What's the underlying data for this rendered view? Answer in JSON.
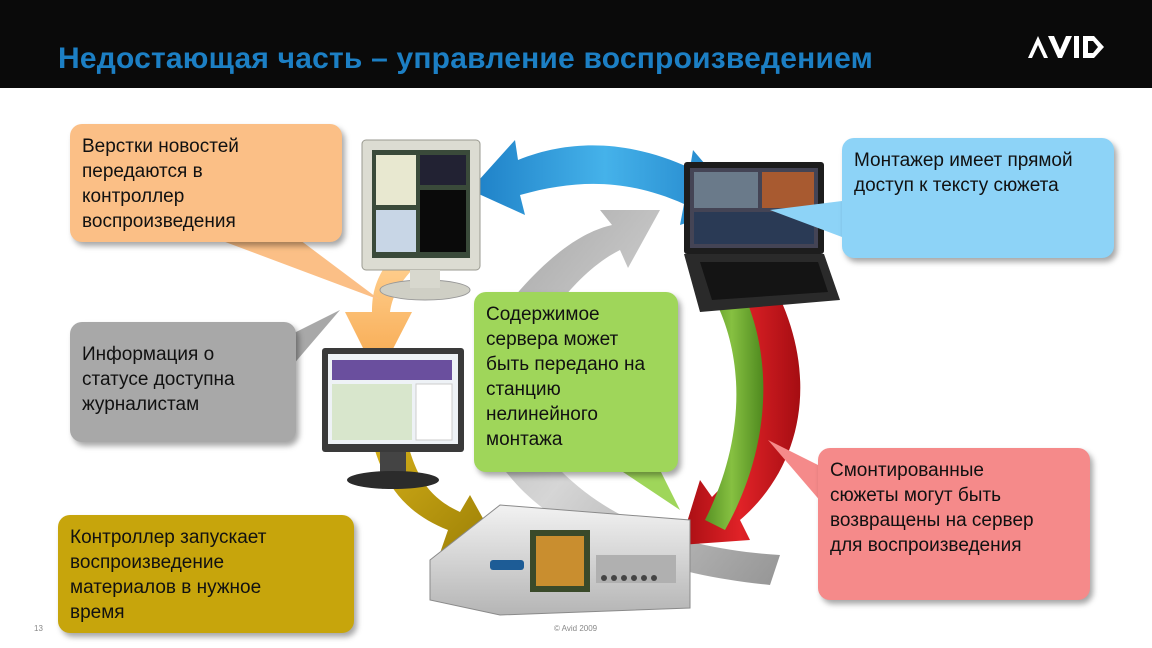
{
  "header": {
    "title": "Недостающая часть – управление воспроизведением"
  },
  "footer": {
    "slide_number": "13",
    "copyright": "© Avid 2009"
  },
  "callouts": {
    "news": "Верстки новостей передаются в контроллер воспроизведения",
    "editor": "Монтажер имеет прямой доступ к тексту сюжета",
    "status": "Информация о статусе доступна журналистам",
    "server": "Содержимое сервера может быть передано на станцию нелинейного монтажа",
    "controller": "Контроллер запускает воспроизведение материалов в нужное время",
    "edited": "Смонтированные сюжеты могут быть возвращены на сервер для воспроизведения"
  },
  "colors": {
    "title": "#1c7fc4",
    "orange": "#fbbf86",
    "blue": "#8dd3f7",
    "gray": "#a8a8a8",
    "green": "#9fd65a",
    "gold": "#c7a50c",
    "red": "#f58a8a"
  }
}
